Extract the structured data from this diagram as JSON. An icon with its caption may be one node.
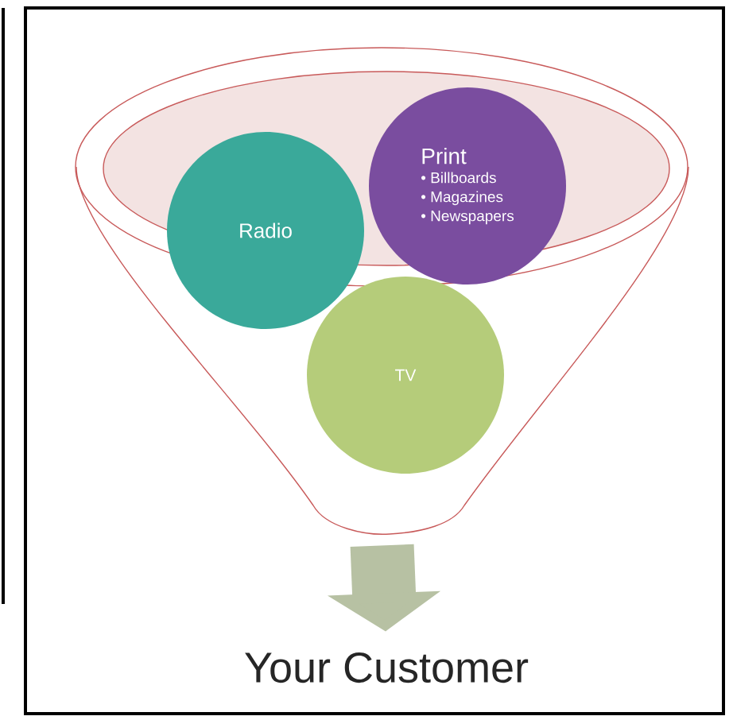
{
  "diagram": {
    "nodes": [
      {
        "text": [],
        "shape": "funnel"
      },
      {
        "text": [
          "Radio"
        ],
        "in": 0
      },
      {
        "text": [
          "Print",
          "• Billboards",
          "• Magazines",
          "• Newspapers"
        ],
        "in": 0
      },
      {
        "text": [
          "TV"
        ],
        "in": 0
      },
      {
        "text": [
          "Your Customer"
        ]
      }
    ],
    "edges": [
      {
        "from": 0,
        "to": 4,
        "arrow": "to"
      }
    ]
  }
}
